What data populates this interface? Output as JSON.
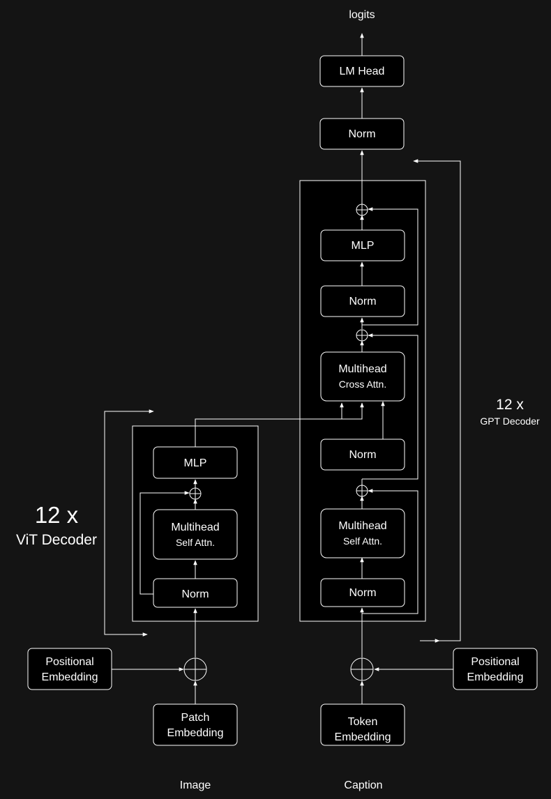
{
  "diagram": {
    "io": {
      "output": "logits",
      "image": "Image",
      "caption": "Caption"
    },
    "gpt": {
      "lm_head": "LM Head",
      "final_norm": "Norm",
      "mlp": "MLP",
      "norm_mlp": "Norm",
      "cross_attn_l1": "Multihead",
      "cross_attn_l2": "Cross Attn.",
      "norm_cross": "Norm",
      "self_attn_l1": "Multihead",
      "self_attn_l2": "Self Attn.",
      "norm_self": "Norm",
      "repeat": "12 x",
      "name": "GPT Decoder",
      "pos_emb_l1": "Positional",
      "pos_emb_l2": "Embedding",
      "tok_emb_l1": "Token",
      "tok_emb_l2": "Embedding"
    },
    "vit": {
      "mlp": "MLP",
      "self_attn_l1": "Multihead",
      "self_attn_l2": "Self Attn.",
      "norm": "Norm",
      "repeat": "12 x",
      "name": "ViT Decoder",
      "pos_emb_l1": "Positional",
      "pos_emb_l2": "Embedding",
      "patch_emb_l1": "Patch",
      "patch_emb_l2": "Embedding"
    }
  }
}
